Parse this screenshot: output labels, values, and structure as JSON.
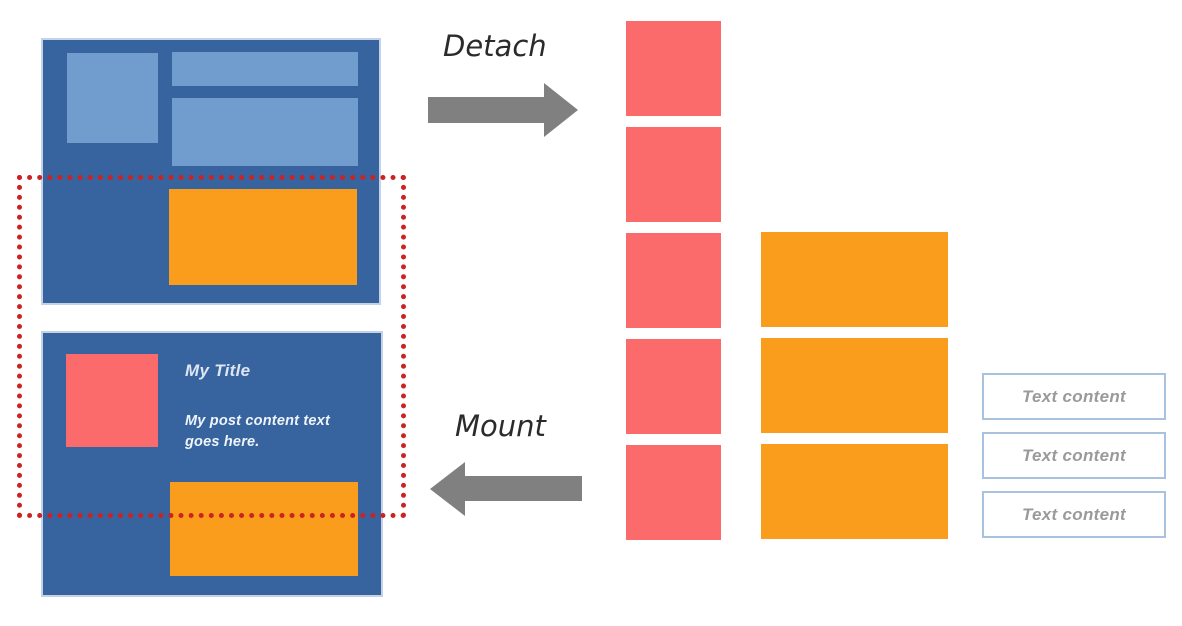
{
  "diagram": {
    "flow": {
      "detach_label": "Detach",
      "mount_label": "Mount"
    },
    "mounted_page": {
      "title": "My Title",
      "body": "My post content text goes here."
    },
    "detached_nodes": {
      "red_square_count": 5,
      "orange_block_count": 3,
      "text_boxes": [
        "Text content",
        "Text content",
        "Text content"
      ]
    },
    "colors": {
      "page_bg": "#37649F",
      "light_blue": "#719CCE",
      "orange": "#FA9D1C",
      "red": "#FC6B6B",
      "arrow_gray": "#808080",
      "dotted_outline": "#CC2222",
      "textbox_border": "#A9C2DF",
      "textbox_text": "#9A9A9C",
      "page_title_text": "#DDE6F1",
      "page_body_text": "#EFF4FA",
      "label_text": "#2B2B2B"
    }
  }
}
